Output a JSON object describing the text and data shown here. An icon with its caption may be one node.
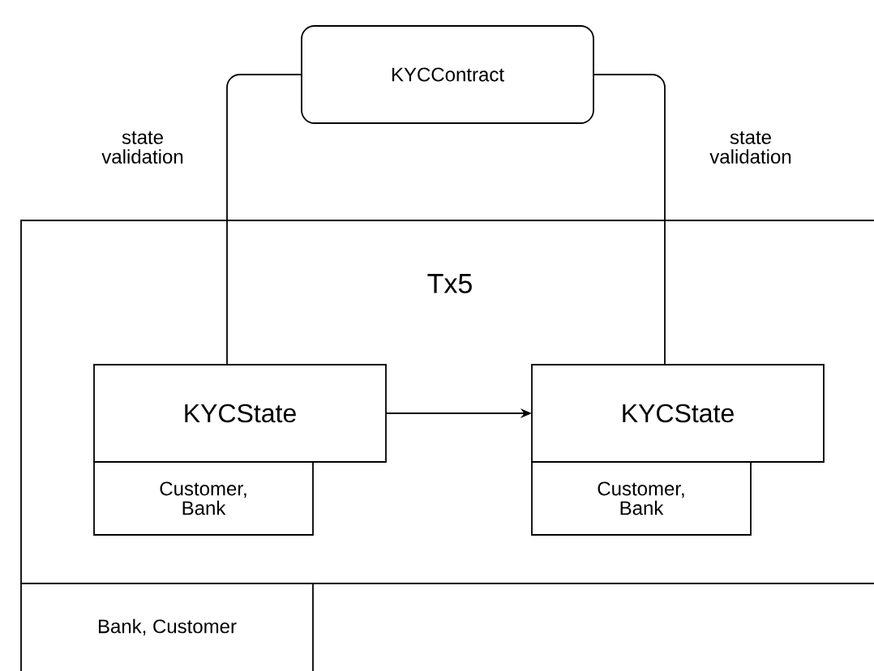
{
  "diagram": {
    "nodes": [
      {
        "text": [
          "KYCContract"
        ]
      },
      {
        "text": [
          "Tx5"
        ]
      },
      {
        "text": [
          "KYCState"
        ],
        "in": 1
      },
      {
        "text": [
          "Customer, Bank"
        ],
        "in": 1
      },
      {
        "text": [
          "KYCState"
        ],
        "in": 1
      },
      {
        "text": [
          "Customer, Bank"
        ],
        "in": 1
      },
      {
        "text": [
          "Bank, Customer"
        ]
      }
    ],
    "edges": [
      {
        "from": 0,
        "to": 2,
        "arrow": "none",
        "label": "state validation"
      },
      {
        "from": 0,
        "to": 4,
        "arrow": "none",
        "label": "state validation"
      },
      {
        "from": 2,
        "to": 4,
        "arrow": "to"
      }
    ]
  }
}
